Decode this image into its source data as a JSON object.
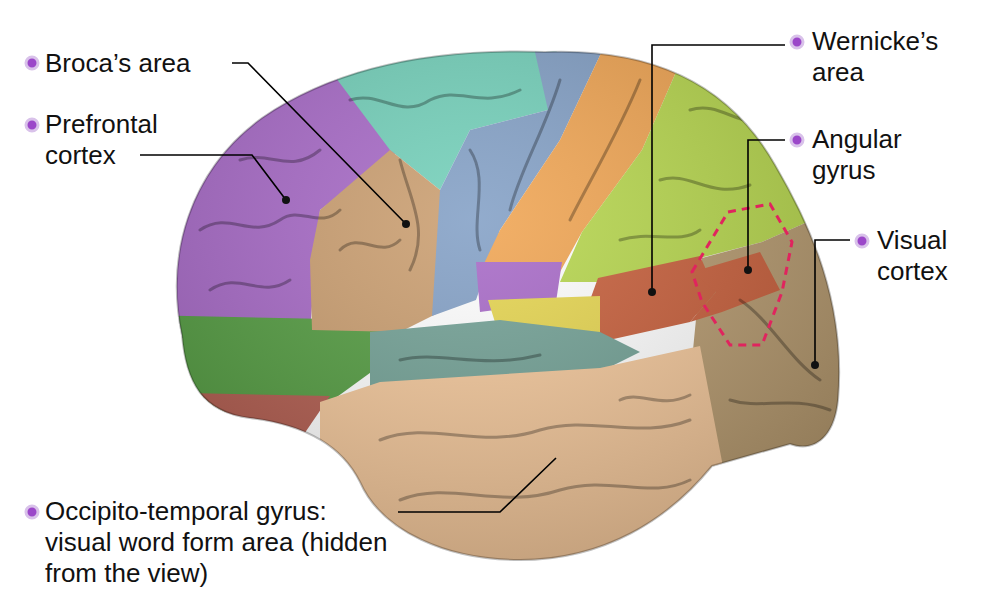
{
  "diagram": {
    "labels": [
      "Broca’s area",
      "Prefrontal cortex",
      "Wernicke’s area",
      "Angular gyrus",
      "Visual cortex",
      "Occipito-temporal gyrus: visual word form area (hidden from the view)"
    ]
  }
}
